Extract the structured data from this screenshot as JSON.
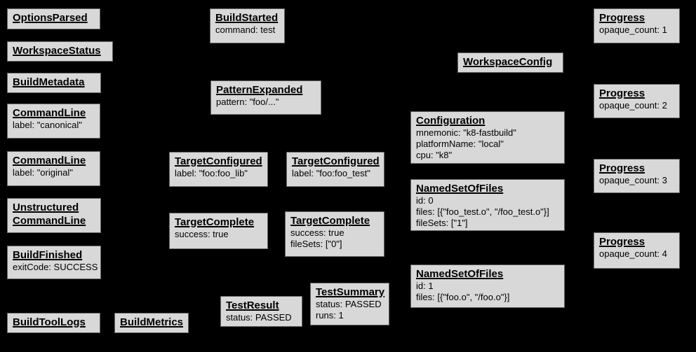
{
  "diagram": {
    "background_color": "#000000",
    "node_fill_color": "#d8d8d8",
    "node_border_color": "#666666",
    "node_text_color": "#000000"
  },
  "nodes": [
    {
      "type": "OptionsParsed",
      "title": "OptionsParsed",
      "lines": []
    },
    {
      "type": "WorkspaceStatus",
      "title": "WorkspaceStatus",
      "lines": []
    },
    {
      "type": "BuildMetadata",
      "title": "BuildMetadata",
      "lines": []
    },
    {
      "type": "CommandLine",
      "title": "CommandLine",
      "lines": [
        "label: \"canonical\""
      ]
    },
    {
      "type": "CommandLine",
      "title": "CommandLine",
      "lines": [
        "label: \"original\""
      ]
    },
    {
      "type": "UnstructuredCommandLine",
      "title": "Unstructured CommandLine",
      "lines": []
    },
    {
      "type": "BuildFinished",
      "title": "BuildFinished",
      "lines": [
        "exitCode: SUCCESS"
      ]
    },
    {
      "type": "BuildToolLogs",
      "title": "BuildToolLogs",
      "lines": []
    },
    {
      "type": "BuildMetrics",
      "title": "BuildMetrics",
      "lines": []
    },
    {
      "type": "BuildStarted",
      "title": "BuildStarted",
      "lines": [
        "command: test"
      ]
    },
    {
      "type": "PatternExpanded",
      "title": "PatternExpanded",
      "lines": [
        "pattern: \"foo/...\""
      ]
    },
    {
      "type": "TargetConfigured",
      "title": "TargetConfigured",
      "lines": [
        "label: \"foo:foo_lib\""
      ]
    },
    {
      "type": "TargetConfigured",
      "title": "TargetConfigured",
      "lines": [
        "label: \"foo:foo_test\""
      ]
    },
    {
      "type": "TargetComplete",
      "title": "TargetComplete",
      "lines": [
        "success: true"
      ]
    },
    {
      "type": "TargetComplete",
      "title": "TargetComplete",
      "lines": [
        "success: true",
        "fileSets: [\"0\"]"
      ]
    },
    {
      "type": "TestResult",
      "title": "TestResult",
      "lines": [
        "status: PASSED"
      ]
    },
    {
      "type": "TestSummary",
      "title": "TestSummary",
      "lines": [
        "status: PASSED",
        "runs: 1"
      ]
    },
    {
      "type": "WorkspaceConfig",
      "title": "WorkspaceConfig",
      "lines": []
    },
    {
      "type": "Configuration",
      "title": "Configuration",
      "lines": [
        "mnemonic: \"k8-fastbuild\"",
        "platformName: \"local\"",
        "cpu: \"k8\""
      ]
    },
    {
      "type": "NamedSetOfFiles",
      "title": "NamedSetOfFiles",
      "lines": [
        "id: 0",
        "files: [{\"foo_test.o\", \"/foo_test.o\"}]",
        "fileSets: [\"1\"]"
      ]
    },
    {
      "type": "NamedSetOfFiles",
      "title": "NamedSetOfFiles",
      "lines": [
        "id: 1",
        "files: [{\"foo.o\", \"/foo.o\"}]"
      ]
    },
    {
      "type": "Progress",
      "title": "Progress",
      "lines": [
        "opaque_count: 1"
      ]
    },
    {
      "type": "Progress",
      "title": "Progress",
      "lines": [
        "opaque_count: 2"
      ]
    },
    {
      "type": "Progress",
      "title": "Progress",
      "lines": [
        "opaque_count: 3"
      ]
    },
    {
      "type": "Progress",
      "title": "Progress",
      "lines": [
        "opaque_count: 4"
      ]
    }
  ]
}
